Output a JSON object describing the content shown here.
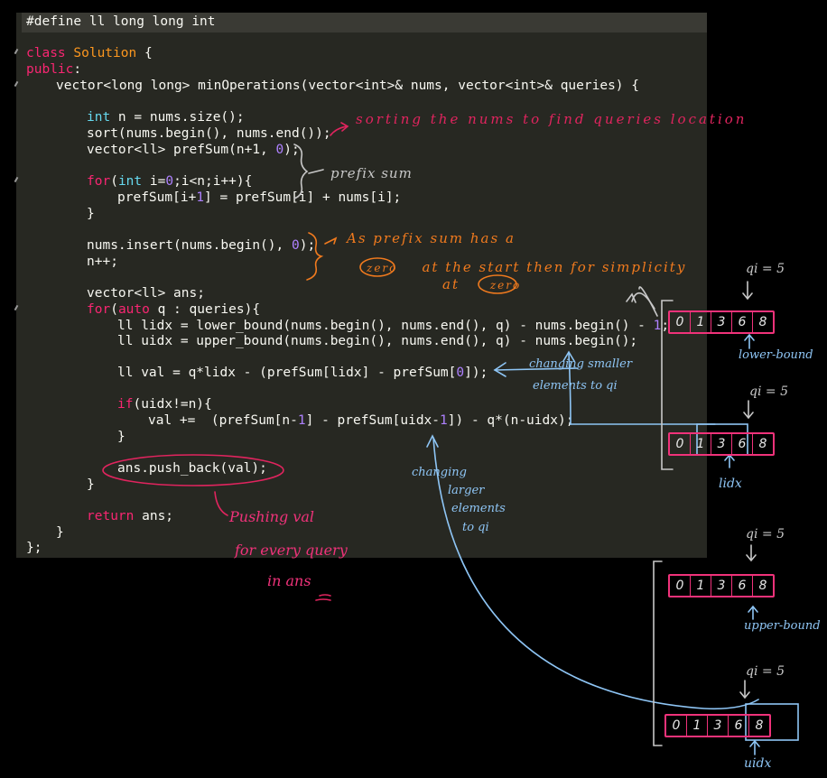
{
  "code": {
    "line_1": "#define ll long long int",
    "class_kw": "class",
    "class_name": "Solution",
    "class_brace": " {",
    "public_kw": "public",
    "public_colon": ":",
    "sig_ret": "vector<long long>",
    "sig_rest": " minOperations(vector<int>& nums, vector<int>& queries) {",
    "n_int": "int",
    "n_rest": " n = nums.size();",
    "sort_line": "sort(nums.begin(), nums.end());",
    "pref_a": "vector<ll> prefSum(n+1, ",
    "pref_zero": "0",
    "pref_b": ");",
    "for_kw": "for",
    "for_a": "(",
    "for_int": "int",
    "for_b": " i=",
    "for_zero": "0",
    "for_c": ";i<n;i++){",
    "pref_update_a": "prefSum[i+",
    "pref_update_one": "1",
    "pref_update_b": "] = prefSum[i] + nums[i];",
    "brace_close": "}",
    "insert_a": "nums.insert(nums.begin(), ",
    "insert_zero": "0",
    "insert_b": ");",
    "n_inc": "n++;",
    "ans_decl": "vector<ll> ans;",
    "for2_kw": "for",
    "for2_a": "(",
    "for2_auto": "auto",
    "for2_b": " q : queries){",
    "lidx_a": "ll lidx = lower_bound(nums.begin(), nums.end(), q) - nums.begin() - ",
    "lidx_one": "1",
    "lidx_b": ";",
    "uidx_line": "ll uidx = upper_bound(nums.begin(), nums.end(), q) - nums.begin();",
    "val_a": "ll val = q*lidx - (prefSum[lidx] - prefSum[",
    "val_zero": "0",
    "val_b": "]);",
    "if_kw": "if",
    "if_rest": "(uidx!=n){",
    "val2_a": "val +=  (prefSum[n-",
    "val2_one": "1",
    "val2_b": "] - prefSum[uidx-",
    "val2_one_b": "1",
    "val2_c": "]) - q*(n-uidx);",
    "push_line": "ans.push_back(val);",
    "return_kw": "return",
    "return_rest": " ans;",
    "class_close": "};"
  },
  "notes": {
    "sorting": "sorting the nums to find queries location",
    "prefix": "prefix sum",
    "zero_a": "As prefix sum has a",
    "zero_b_word": "zero",
    "zero_b_rest": "at the start then for simplicity",
    "zero_c_at": "at",
    "zero_c_word": "zero",
    "smaller_a": "changing smaller",
    "smaller_b": "elements to qi",
    "larger_a": "changing",
    "larger_b": "larger",
    "larger_c": "elements",
    "larger_d": "to qi",
    "pushing_a": "Pushing val",
    "pushing_b": "for every query",
    "pushing_c": "in ans"
  },
  "diagrams": {
    "array_values": [
      "0",
      "1",
      "3",
      "6",
      "8"
    ],
    "q_label": "qi = 5",
    "lower_bound_label": "lower-bound",
    "lidx_label": "lidx",
    "upper_bound_label": "upper-bound",
    "uidx_label": "uidx"
  }
}
